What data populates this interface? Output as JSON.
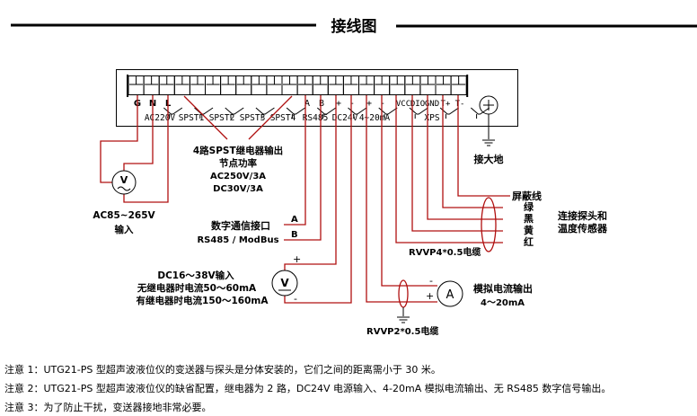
{
  "title": "接线图",
  "terminal_top_labels": {
    "g": "G",
    "n": "N",
    "l": "L",
    "a": "A",
    "b": "B",
    "plus1": "+",
    "minus1": "-",
    "plus2": "+",
    "minus2": "-",
    "vcc": "VCC",
    "dio": "DIO",
    "gnd": "GND",
    "tplus": "T+",
    "tminus": "T-"
  },
  "terminal_group_labels": {
    "ac220": "AC220V",
    "spst1": "SPST1",
    "spst2": "SPST2",
    "spst3": "SPST3",
    "spst4": "SPST4",
    "rs485": "RS485",
    "dc24": "DC24V",
    "ma": "4~20mA",
    "xps": "XPS"
  },
  "relay": {
    "line1": "4路SPST继电器输出",
    "line2": "节点功率",
    "line3": "AC250V/3A",
    "line4": "DC30V/3A"
  },
  "ac_input": {
    "meter": "V",
    "range": "AC85~265V",
    "label": "输入"
  },
  "comm": {
    "title": "数字通信接口",
    "protocol": "RS485 / ModBus",
    "a": "A",
    "b": "B"
  },
  "dc_input": {
    "line1": "DC16～38V输入",
    "line2": "无继电器时电流50～60mA",
    "line3": "有继电器时电流150～160mA",
    "plus": "+",
    "minus": "-",
    "meter": "V"
  },
  "analog": {
    "title": "模拟电流输出",
    "range": "4～20mA",
    "meter": "A",
    "plus": "+",
    "minus": "-",
    "cable": "RVVP2*0.5电缆"
  },
  "sensor": {
    "shield": "屏蔽线",
    "green": "绿",
    "black": "黑",
    "yellow": "黄",
    "red": "红",
    "connect1": "连接探头和",
    "connect2": "温度传感器",
    "cable": "RVVP4*0.5电缆"
  },
  "earth": {
    "label": "接大地"
  },
  "notes": [
    "注意 1：UTG21-PS 型超声波液位仪的变送器与探头是分体安装的，它们之间的距离需小于 30 米。",
    "注意 2：UTG21-PS 型超声波液位仪的缺省配置，继电器为 2 路，DC24V 电源输入、4-20mA 模拟电流输出、无 RS485 数字信号输出。",
    "注意 3：为了防止干扰，变送器接地非常必要。"
  ],
  "colors": {
    "wire": "#b01010",
    "line": "#000000"
  }
}
